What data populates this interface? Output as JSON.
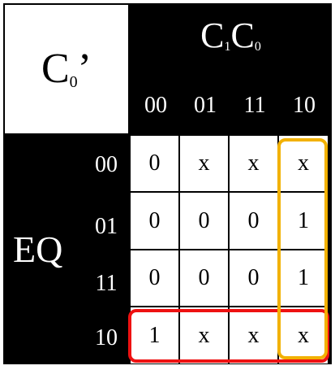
{
  "corner": {
    "label_main": "C",
    "label_sub": "0",
    "label_prime": "’"
  },
  "columns": {
    "var_c1": "C",
    "var_c1_sub": "1",
    "var_c0": "C",
    "var_c0_sub": "0",
    "codes": [
      "00",
      "01",
      "11",
      "10"
    ]
  },
  "rows": {
    "var": "EQ",
    "codes": [
      "00",
      "01",
      "11",
      "10"
    ]
  },
  "cells": [
    [
      "0",
      "x",
      "x",
      "x"
    ],
    [
      "0",
      "0",
      "0",
      "1"
    ],
    [
      "0",
      "0",
      "0",
      "1"
    ],
    [
      "1",
      "x",
      "x",
      "x"
    ]
  ],
  "groups": [
    {
      "color": "#ee1111",
      "covers": "row EQ=10"
    },
    {
      "color": "#f2b100",
      "covers": "column C1C0=10"
    }
  ]
}
